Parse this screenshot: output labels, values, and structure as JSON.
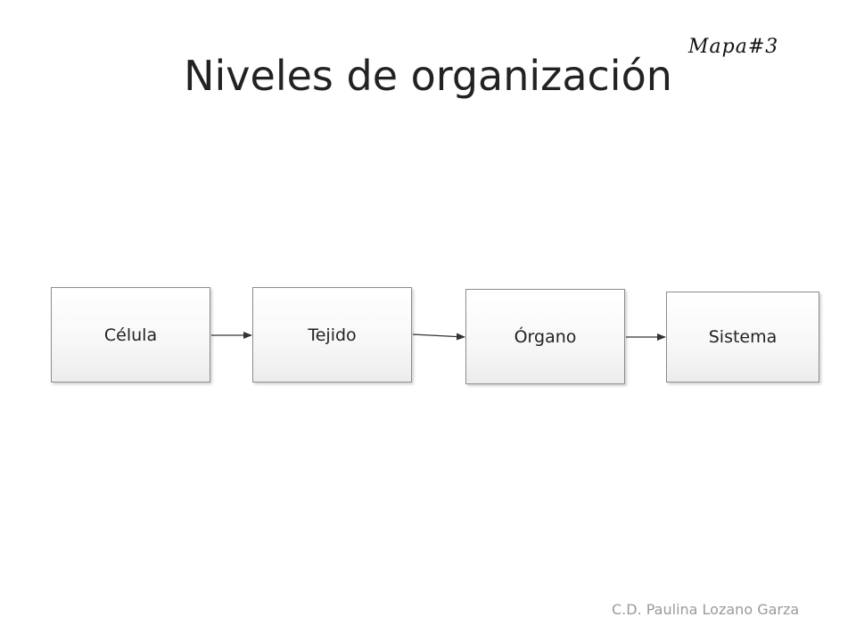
{
  "title": "Niveles de organización",
  "map_label": "Mapa#3",
  "author": "C.D. Paulina Lozano Garza",
  "diagram": {
    "nodes": [
      {
        "label": "Célula"
      },
      {
        "label": "Tejido"
      },
      {
        "label": "Órgano"
      },
      {
        "label": "Sistema"
      }
    ],
    "edges": [
      {
        "from": "Célula",
        "to": "Tejido"
      },
      {
        "from": "Tejido",
        "to": "Órgano"
      },
      {
        "from": "Órgano",
        "to": "Sistema"
      }
    ],
    "colors": {
      "node_border": "#8c8c8c",
      "arrow": "#333333",
      "author_text": "#9a9a9a"
    }
  }
}
